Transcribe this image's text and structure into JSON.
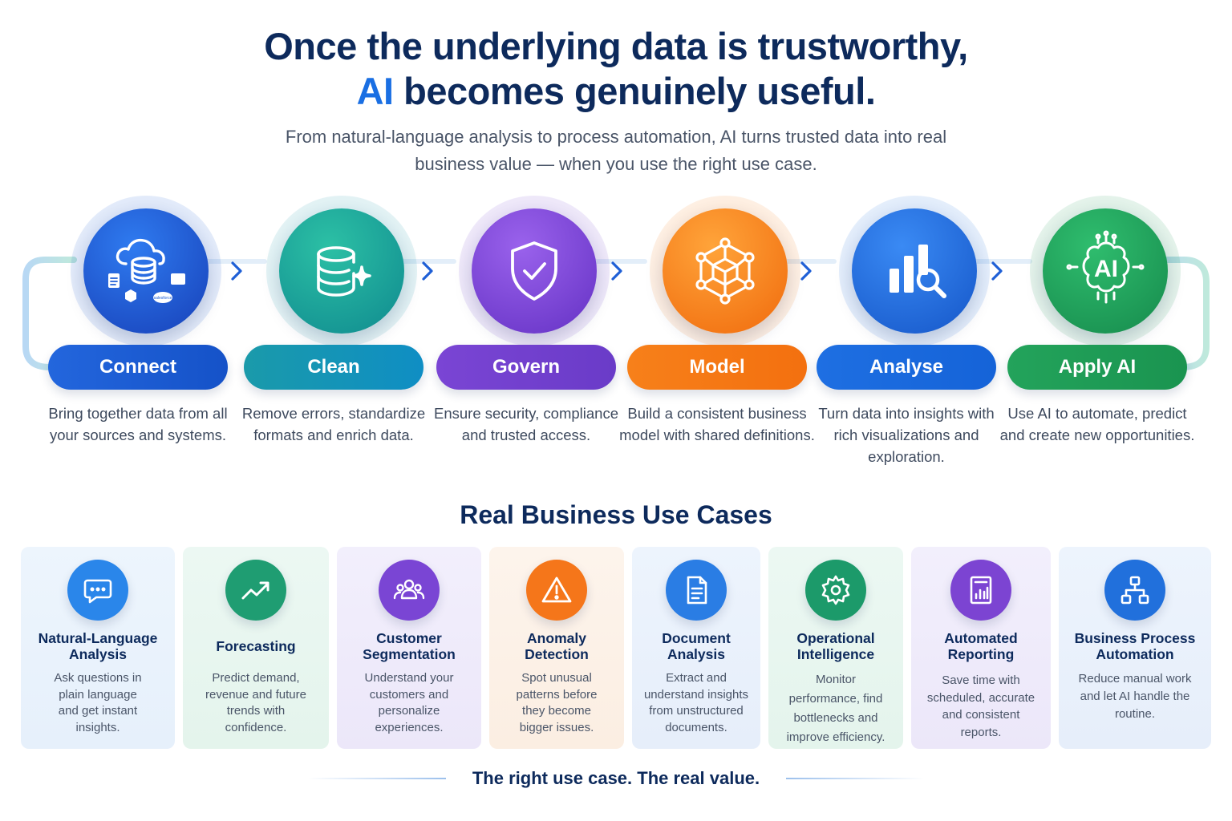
{
  "header": {
    "title_line1": "Once the underlying data is trustworthy,",
    "title_line2_accent": "AI",
    "title_line2_rest": " becomes genuinely useful.",
    "subtitle": "From natural-language analysis to process automation, AI turns trusted data into real business value — when you use the right use case."
  },
  "steps": [
    {
      "label": "Connect",
      "description": "Bring together data from all your sources and systems.",
      "icon": "cloud-database-icon",
      "badge": "salesforce",
      "color": "#1e5fd6"
    },
    {
      "label": "Clean",
      "description": "Remove errors, standardize formats and enrich data.",
      "icon": "database-sparkle-icon",
      "color": "#1396a8"
    },
    {
      "label": "Govern",
      "description": "Ensure security, compliance and trusted access.",
      "icon": "shield-check-icon",
      "color": "#7442d0"
    },
    {
      "label": "Model",
      "description": "Build a consistent business model with shared definitions.",
      "icon": "network-cube-icon",
      "color": "#f57c14"
    },
    {
      "label": "Analyse",
      "description": "Turn data into insights with rich visualizations and exploration.",
      "icon": "bar-chart-search-icon",
      "color": "#1b6fe0"
    },
    {
      "label": "Apply AI",
      "description": "Use AI to automate, predict and create new opportunities.",
      "icon": "ai-chip-icon",
      "icon_text": "AI",
      "color": "#1f9a55"
    }
  ],
  "use_cases": {
    "title": "Real Business Use Cases",
    "items": [
      {
        "title": "Natural-Language Analysis",
        "description": "Ask questions in plain language and get instant insights.",
        "icon": "chat-bubble-icon",
        "color": "#2a86ea"
      },
      {
        "title": "Forecasting",
        "description": "Predict demand, revenue and future trends with confidence.",
        "icon": "trend-up-icon",
        "color": "#1f9d72"
      },
      {
        "title": "Customer Segmentation",
        "description": "Understand your customers and personalize experiences.",
        "icon": "people-group-icon",
        "color": "#7a45d4"
      },
      {
        "title": "Anomaly Detection",
        "description": "Spot unusual patterns before they become bigger issues.",
        "icon": "warning-triangle-icon",
        "color": "#f5761a"
      },
      {
        "title": "Document Analysis",
        "description": "Extract and understand insights from unstructured documents.",
        "icon": "document-icon",
        "color": "#2a7de4"
      },
      {
        "title": "Operational Intelligence",
        "description": "Monitor performance, find bottlenecks and improve efficiency.",
        "icon": "gear-icon",
        "color": "#1c9a6a"
      },
      {
        "title": "Automated Reporting",
        "description": "Save time with scheduled, accurate and consistent reports.",
        "icon": "report-chart-icon",
        "color": "#7c44d2"
      },
      {
        "title": "Business Process Automation",
        "description": "Reduce manual work and let AI handle the routine.",
        "icon": "workflow-icon",
        "color": "#2170dc"
      }
    ]
  },
  "tagline": "The right use case. The real value."
}
